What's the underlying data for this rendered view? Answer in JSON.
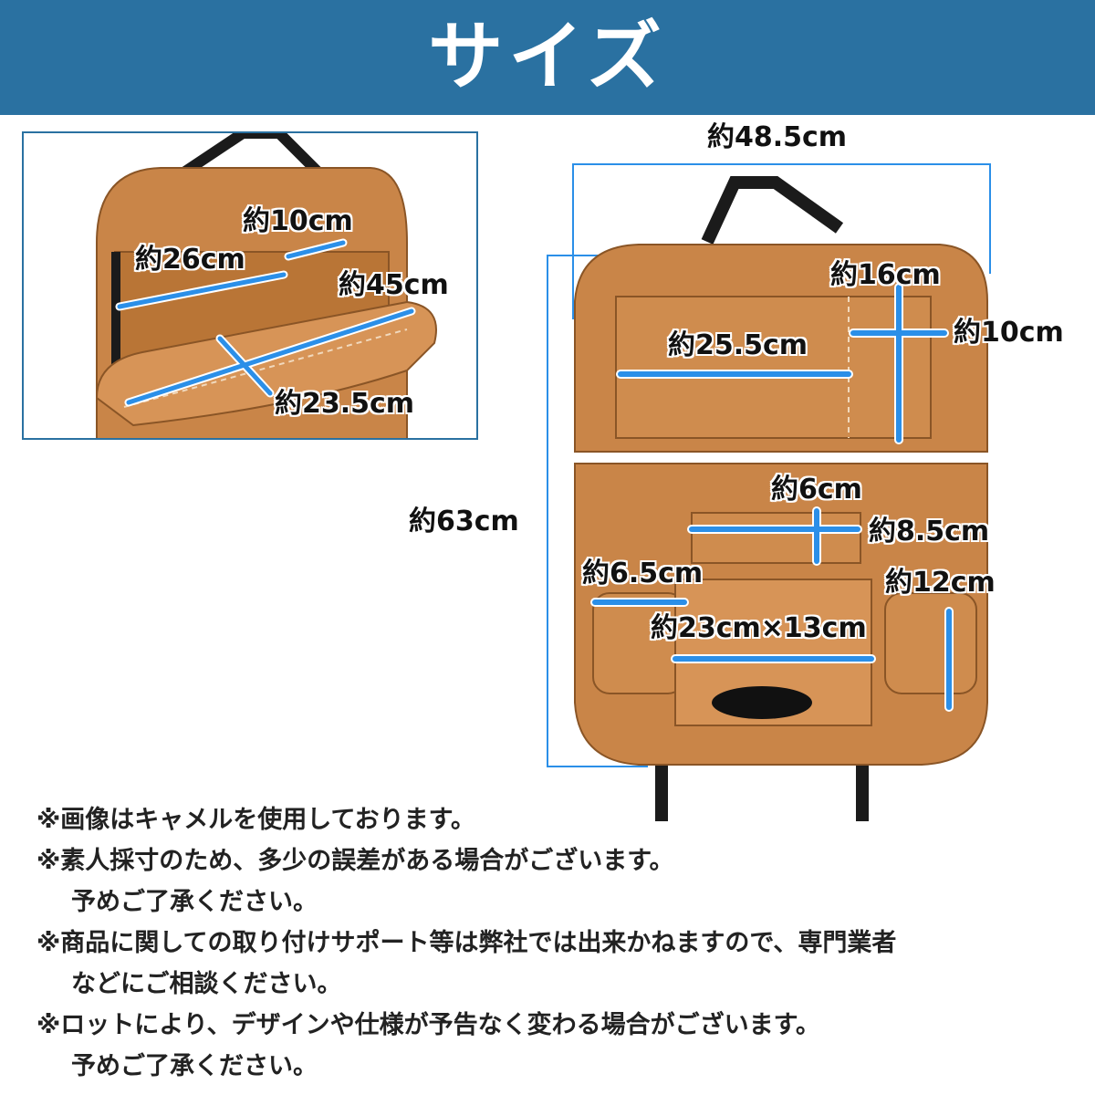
{
  "header": {
    "title": "サイズ",
    "background": "#2a71a1"
  },
  "colors": {
    "accent": "#2a71a1",
    "leather": "#c98548",
    "arrow": "#2b8fe8"
  },
  "inset": {
    "labels": {
      "w10": "約10cm",
      "w26": "約26cm",
      "w45": "約45cm",
      "d235": "約23.5cm"
    }
  },
  "main": {
    "labels": {
      "width": "約48.5cm",
      "height": "約63cm",
      "p16": "約16cm",
      "p10": "約10cm",
      "p255": "約25.5cm",
      "p6": "約6cm",
      "p85": "約8.5cm",
      "p65": "約6.5cm",
      "p12": "約12cm",
      "p2313": "約23cm×13cm"
    }
  },
  "notes": [
    "※画像はキャメルを使用しております。",
    "※素人採寸のため、多少の誤差がある場合がございます。",
    "予めご了承ください。",
    "※商品に関しての取り付けサポート等は弊社では出来かねますので、専門業者",
    "などにご相談ください。",
    "※ロットにより、デザインや仕様が予告なく変わる場合がございます。",
    "予めご了承ください。"
  ]
}
